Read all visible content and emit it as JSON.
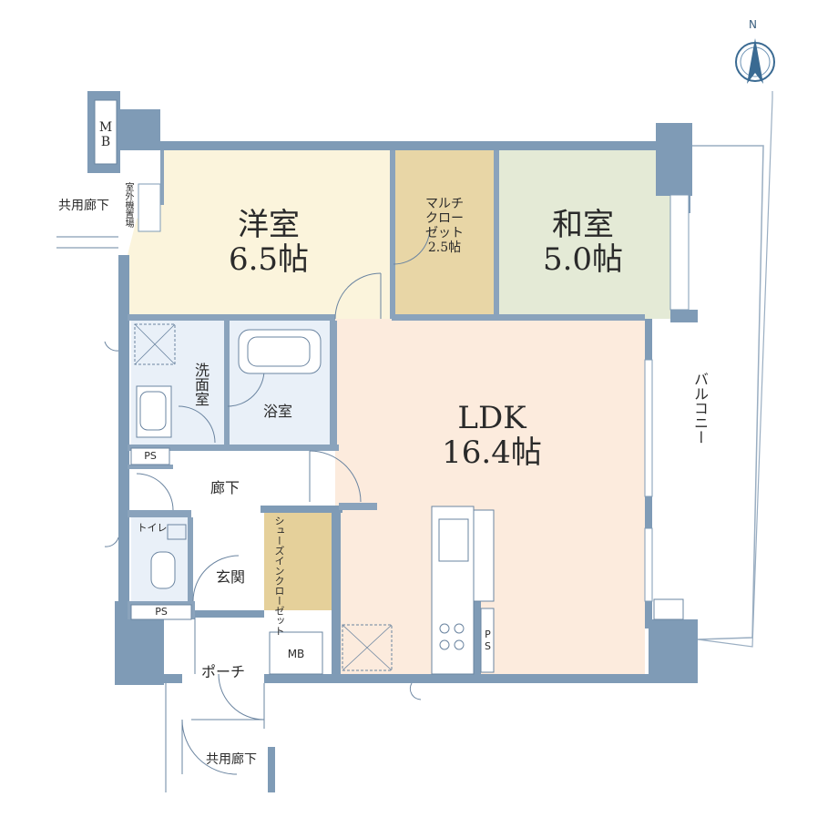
{
  "rooms": {
    "western": {
      "name": "洋室",
      "size": "6.5帖"
    },
    "japanese": {
      "name": "和室",
      "size": "5.0帖"
    },
    "ldk": {
      "name": "LDK",
      "size": "16.4帖"
    },
    "multi_closet": {
      "line1": "マルチ",
      "line2": "クロー",
      "line3": "ゼット",
      "line4": "2.5帖"
    },
    "washroom": "洗面室",
    "bath": "浴室",
    "hallway": "廊下",
    "toilet": "トイレ",
    "shoes_closet": {
      "line1": "シューズイン",
      "line2": "クローゼット"
    },
    "entrance": "玄関",
    "porch": "ポーチ",
    "balcony": "バルコニー",
    "outdoor_unit": "室外機置場"
  },
  "labels": {
    "mb_top": "MB",
    "mb_bottom": "MB",
    "ps_wash": "PS",
    "ps_toilet": "PS",
    "ps_kitchen": "PS",
    "common_corridor_top": "共用廊下",
    "common_corridor_bottom": "共用廊下",
    "compass_n": "N"
  },
  "colors": {
    "wall": "#7f9bb6",
    "western": "#fbf4dc",
    "japanese": "#e4ead6",
    "ldk": "#fcebdd",
    "multi_closet": "#e8d6a6",
    "wet": "#e9f0f8",
    "shoes_closet": "#e5d09a"
  }
}
